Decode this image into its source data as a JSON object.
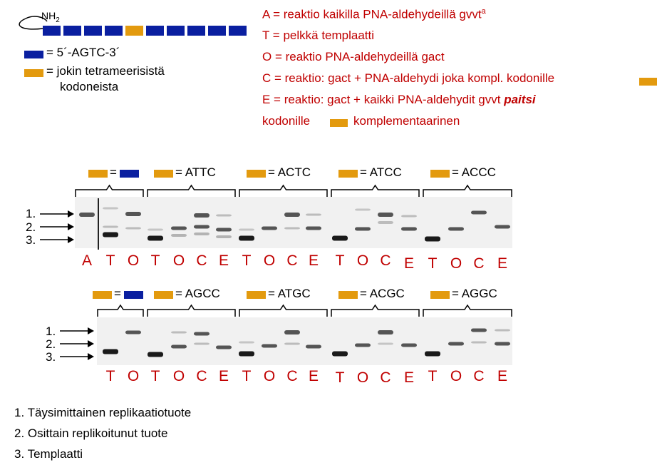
{
  "construct": {
    "nh2": "NH",
    "nh2_sub": "2",
    "segments": [
      "blue",
      "blue",
      "blue",
      "blue",
      "orange",
      "blue",
      "blue",
      "blue",
      "blue",
      "blue"
    ]
  },
  "legend": {
    "blue_label": "= 5´-AGTC-3´",
    "orange_label_line1": "= jokin tetrameerisistä",
    "orange_label_line2": "kodoneista"
  },
  "definitions": [
    {
      "text": "A = reaktio kaikilla PNA-aldehydeillä gvvt",
      "sup": "a"
    },
    {
      "text": "T = pelkkä templaatti"
    },
    {
      "text": "O = reaktio PNA-aldehydeillä gact"
    },
    {
      "text": "C = reaktio: gact + PNA-aldehydi joka kompl. kodonille"
    },
    {
      "text_pre": "E = reaktio: gact + kaikki PNA-aldehydit gvvt ",
      "emph": "paitsi"
    },
    {
      "text_pre": "kodonille",
      "text_post": "komplementaarinen"
    }
  ],
  "gel1": {
    "groups": [
      {
        "label": "=",
        "second": "blue"
      },
      {
        "label": "= ATTC"
      },
      {
        "label": "= ACTC"
      },
      {
        "label": "= ATCC"
      },
      {
        "label": "= ACCC"
      }
    ],
    "lanes": [
      "A",
      "T",
      "O",
      "T",
      "O",
      "C",
      "E",
      "T",
      "O",
      "C",
      "E",
      "T",
      "O",
      "C",
      "E",
      "T",
      "O",
      "C",
      "E"
    ]
  },
  "gel2": {
    "groups": [
      {
        "label": "=",
        "second": "blue"
      },
      {
        "label": "= AGCC"
      },
      {
        "label": "= ATGC"
      },
      {
        "label": "= ACGC"
      },
      {
        "label": "= AGGC"
      }
    ],
    "lanes": [
      "T",
      "O",
      "T",
      "O",
      "C",
      "E",
      "T",
      "O",
      "C",
      "E",
      "T",
      "O",
      "C",
      "E",
      "T",
      "O",
      "C",
      "E"
    ]
  },
  "band_labels": [
    "1.",
    "2.",
    "3."
  ],
  "footnotes": [
    "1. Täysimittainen replikaatiotuote",
    "2. Osittain replikoitunut tuote",
    "3. Templaatti"
  ],
  "colors": {
    "blue": "#0a1fa0",
    "orange": "#e39a0e",
    "red": "#c00000"
  }
}
